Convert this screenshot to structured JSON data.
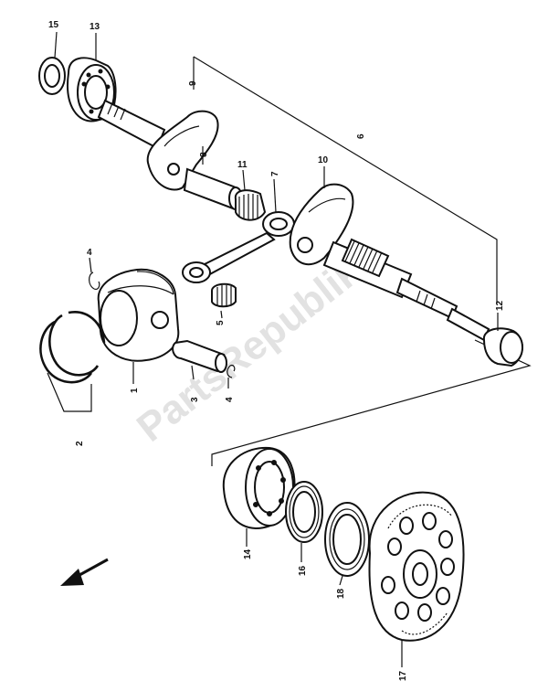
{
  "diagram": {
    "watermark": "PartsRepublik",
    "labels": {
      "p1": "1",
      "p2": "2",
      "p3": "3",
      "p4a": "4",
      "p4b": "4",
      "p5": "5",
      "p6": "6",
      "p7": "7",
      "p8": "8",
      "p9": "9",
      "p10": "10",
      "p11": "11",
      "p12": "12",
      "p13": "13",
      "p14": "14",
      "p15": "15",
      "p16": "16",
      "p17": "17",
      "p18": "18"
    },
    "front_arrow_icon": "front-arrow-icon"
  }
}
